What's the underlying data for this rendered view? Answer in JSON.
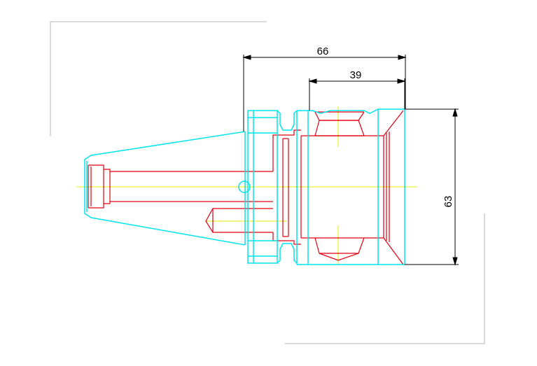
{
  "drawing": {
    "dimensions": {
      "overall_length": "66",
      "bore_depth": "39",
      "outer_diameter": "63"
    },
    "colors": {
      "outline": "#00e5ee",
      "inner": "#e0000f",
      "centerline": "#e8e800",
      "dimension": "#000000",
      "frame": "#b4b4b4"
    }
  }
}
